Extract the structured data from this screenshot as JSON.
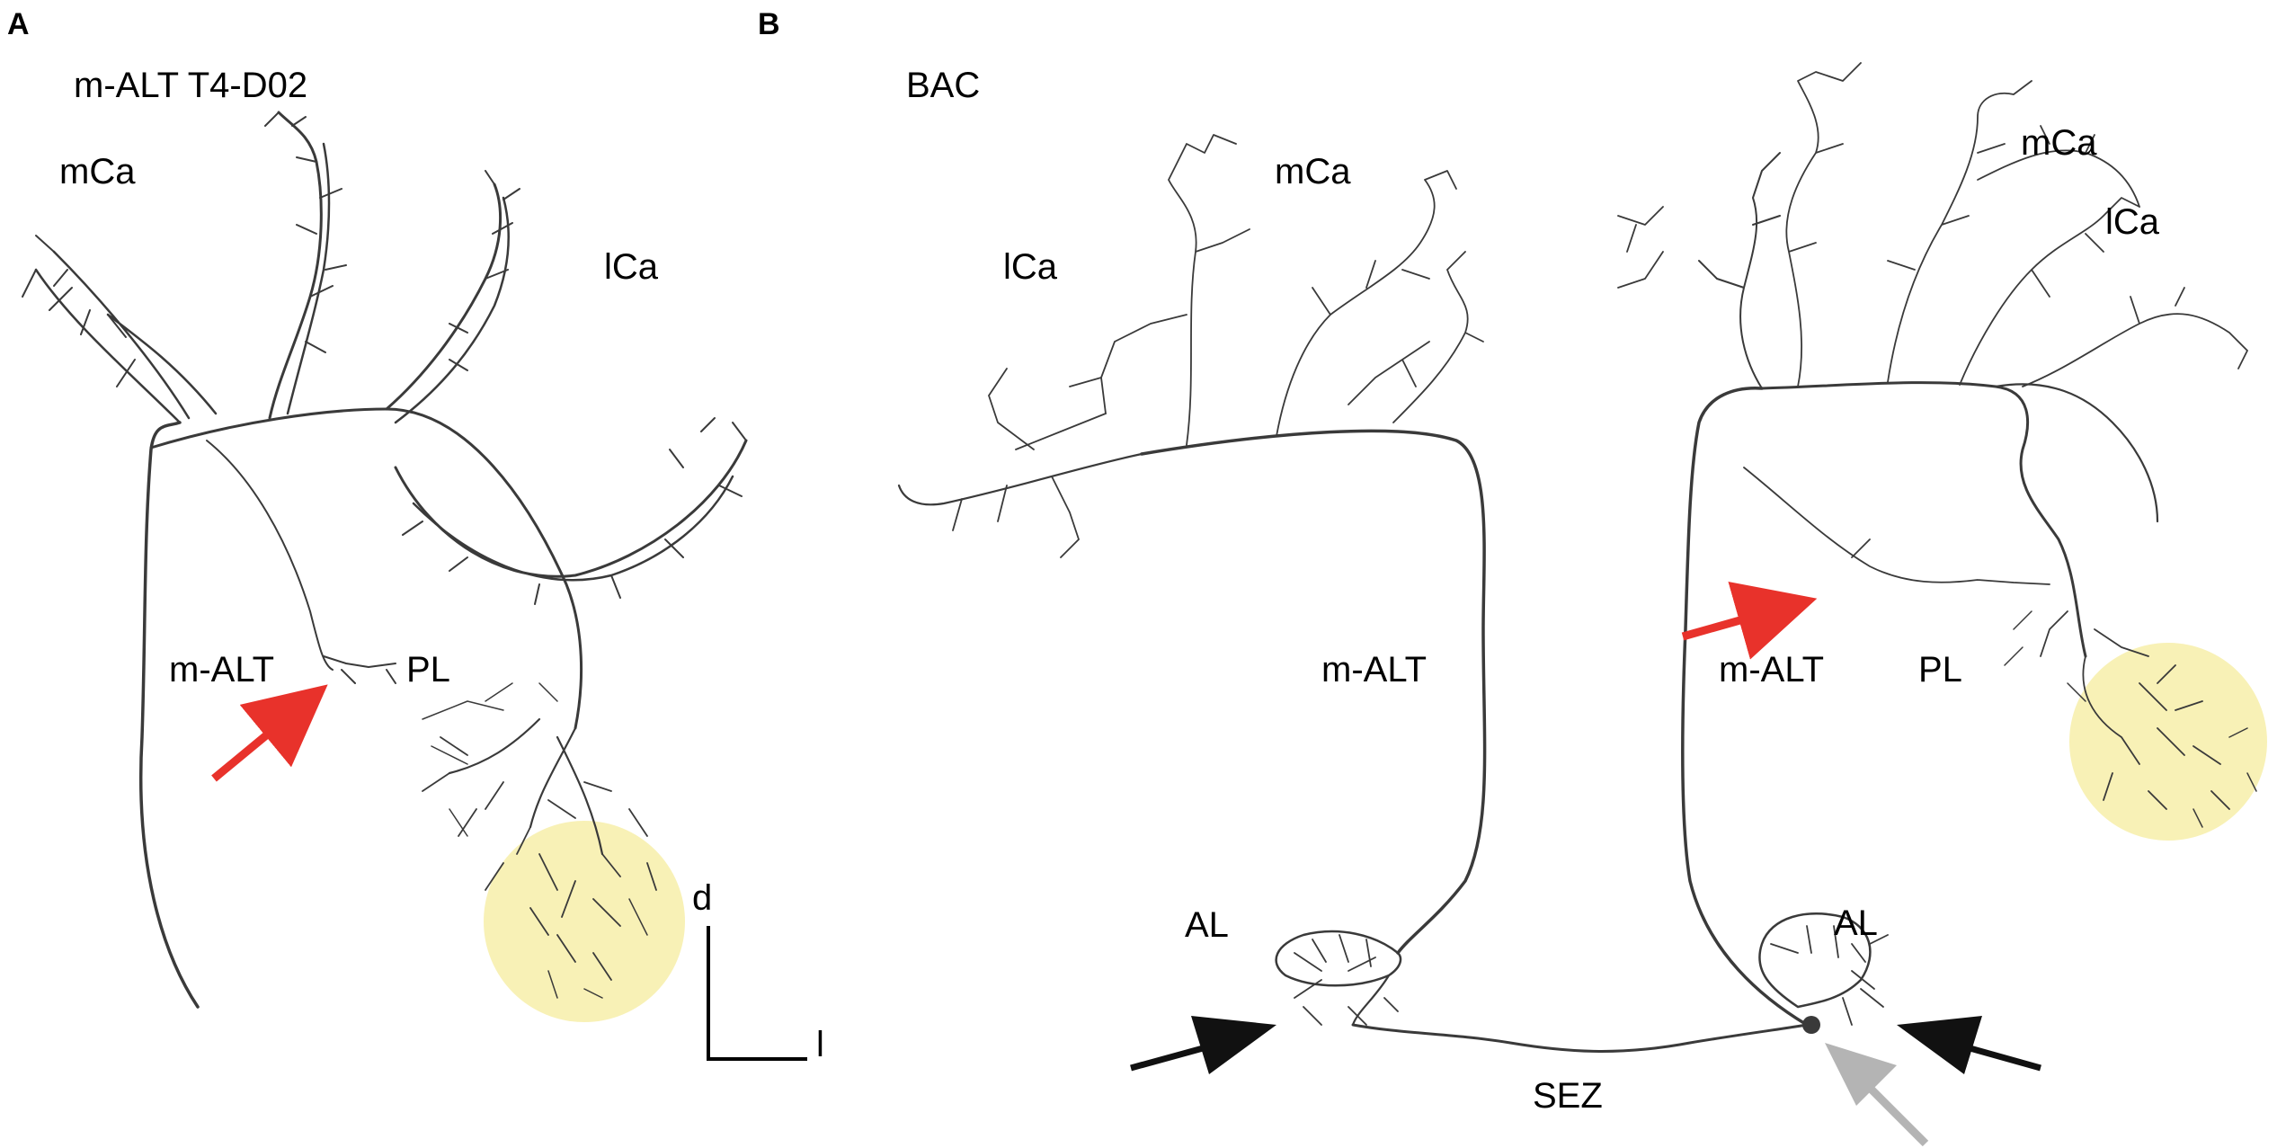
{
  "panels": [
    {
      "letter": "A",
      "title": "m-ALT T4-D02",
      "labels": {
        "mCa": "mCa",
        "lCa": "lCa",
        "mALT": "m-ALT",
        "PL": "PL"
      },
      "scale_bar": {
        "dorsal": "d",
        "lateral": "l"
      }
    },
    {
      "letter": "B",
      "title": "BAC",
      "labels": {
        "mCa_left": "mCa",
        "lCa_left": "lCa",
        "mALT_left": "m-ALT",
        "AL_left": "AL",
        "mCa_right": "mCa",
        "lCa_right": "lCa",
        "mALT_right": "m-ALT",
        "PL_right": "PL",
        "AL_right": "AL",
        "SEZ": "SEZ"
      }
    }
  ],
  "colors": {
    "neuron": "#3a3a3a",
    "highlight": "#f7efa9",
    "arrow_red": "#e8322b",
    "arrow_black": "#111111",
    "arrow_gray": "#b4b4b4"
  }
}
